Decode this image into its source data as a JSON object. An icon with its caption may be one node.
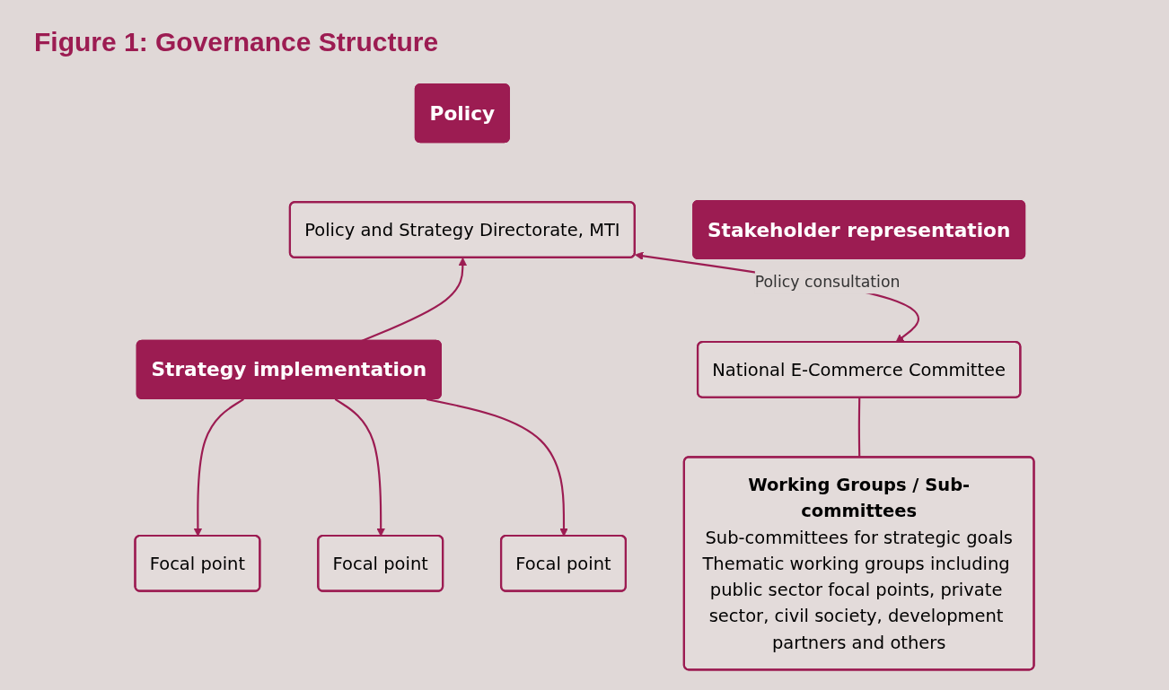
{
  "diagram": {
    "title": "Figure 1: Governance Structure",
    "nodes": [
      {
        "text": [
          "Policy"
        ]
      },
      {
        "text": [
          "Stakeholder representation"
        ]
      },
      {
        "text": [
          "Policy and Strategy Directorate, MTI"
        ]
      },
      {
        "text": [
          "National E-Commerce Committee"
        ]
      },
      {
        "text": [
          "Strategy implementation"
        ]
      },
      {
        "text": [
          "Working Groups / Sub-committees",
          "Sub-committees for strategic goals",
          "Thematic working groups including public sector focal points, private sector, civil society, development partners and others"
        ]
      },
      {
        "text": [
          "Focal point"
        ]
      },
      {
        "text": [
          "Focal point"
        ]
      },
      {
        "text": [
          "Focal point"
        ]
      }
    ],
    "edges": [
      {
        "from": 2,
        "to": 3,
        "arrow": "both",
        "label": "Policy consultation"
      },
      {
        "from": 4,
        "to": 2,
        "arrow": "to"
      },
      {
        "from": 3,
        "to": 5,
        "arrow": "none"
      },
      {
        "from": 4,
        "to": 6,
        "arrow": "to"
      },
      {
        "from": 4,
        "to": 7,
        "arrow": "to"
      },
      {
        "from": 4,
        "to": 8,
        "arrow": "to"
      }
    ]
  }
}
